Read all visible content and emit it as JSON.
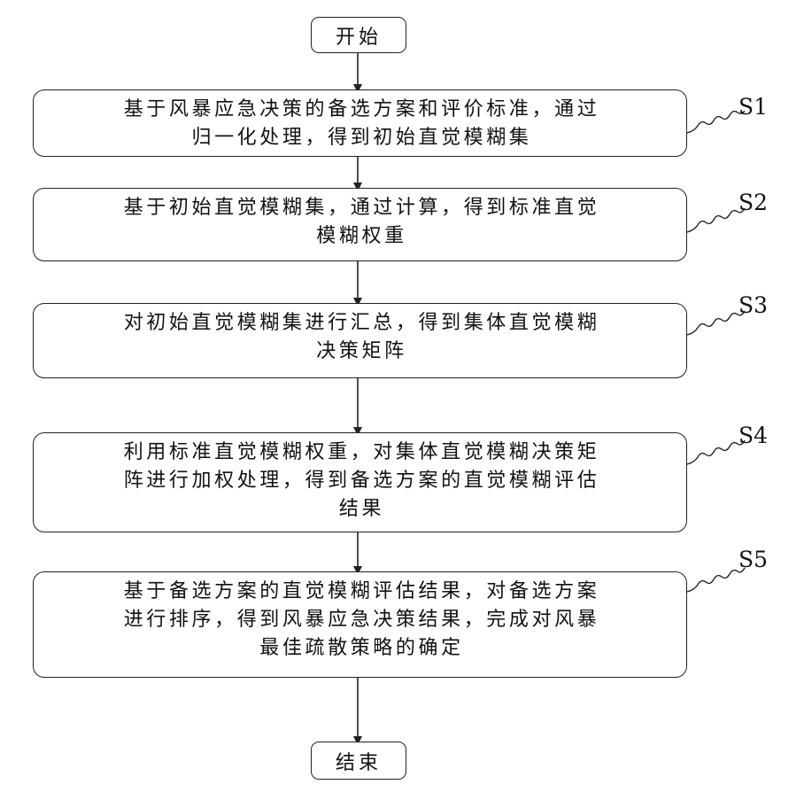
{
  "flowchart": {
    "start_label": "开始",
    "end_label": "结束",
    "steps": [
      {
        "id": "S1",
        "label": "S1",
        "text": "基于风暴应急决策的备选方案和评价标准，通过\n归一化处理，得到初始直觉模糊集"
      },
      {
        "id": "S2",
        "label": "S2",
        "text": "基于初始直觉模糊集，通过计算，得到标准直觉\n模糊权重"
      },
      {
        "id": "S3",
        "label": "S3",
        "text": "对初始直觉模糊集进行汇总，得到集体直觉模糊\n决策矩阵"
      },
      {
        "id": "S4",
        "label": "S4",
        "text": "利用标准直觉模糊权重，对集体直觉模糊决策矩\n阵进行加权处理，得到备选方案的直觉模糊评估\n结果"
      },
      {
        "id": "S5",
        "label": "S5",
        "text": "基于备选方案的直觉模糊评估结果，对备选方案\n进行排序，得到风暴应急决策结果，完成对风暴\n最佳疏散策略的确定"
      }
    ]
  }
}
